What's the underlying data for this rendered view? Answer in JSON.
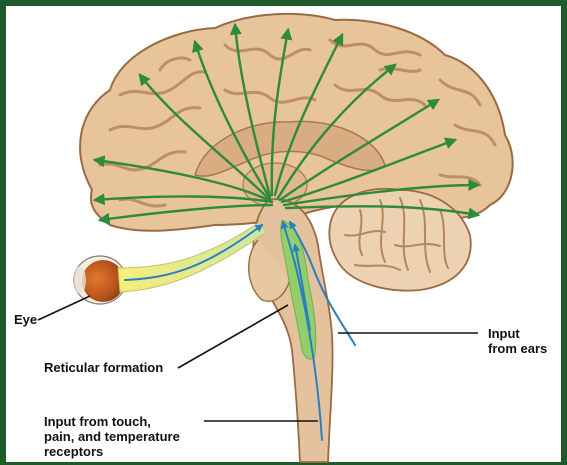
{
  "labels": {
    "eye": "Eye",
    "reticular_formation": "Reticular formation",
    "input_ears": "Input\nfrom ears",
    "input_touch": "Input from touch,\npain, and temperature\nreceptors"
  },
  "colors": {
    "frame": "#1f5a2a",
    "brain_fill": "#e8c49a",
    "brain_stroke": "#9a6a45",
    "gyri": "#b5865c",
    "inner_fill": "#d8ad82",
    "brainstem_fill": "#e4c29e",
    "reticular": "#8fcf6a",
    "green_arrows": "#2e8b3a",
    "blue_arrows": "#2a7fc0",
    "optic_yellow": "#f2e24a",
    "eye_iris": "#c8621e",
    "leader_line": "#111111"
  },
  "icons": {
    "eye": "eye-icon",
    "brain": "brain-illustration",
    "cerebellum": "cerebellum-illustration"
  }
}
